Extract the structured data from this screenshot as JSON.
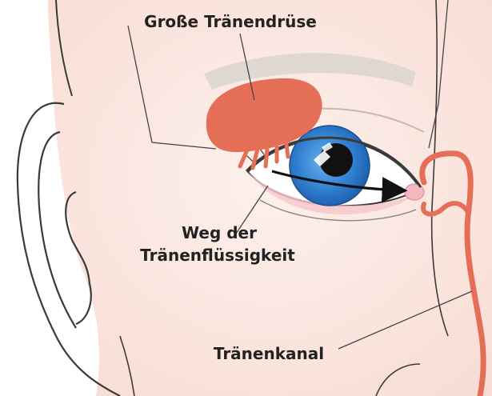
{
  "labels": {
    "gland": "Große Tränendrüse",
    "path_line1": "Weg der",
    "path_line2": "Tränenflüssigkeit",
    "duct": "Tränenkanal"
  },
  "colors": {
    "skin": "#fbe6df",
    "skin_light": "#fdf2ee",
    "outline": "#3a3a3a",
    "gland": "#e56e57",
    "iris": "#2f7fd0",
    "iris_dark": "#1f5fae",
    "pupil": "#111111",
    "lid_pink": "#f6c6c9",
    "brow": "#d9d4cf",
    "arrow": "#111111",
    "leader": "#444444"
  },
  "icons": {
    "arrow": "tear-flow-arrow"
  }
}
